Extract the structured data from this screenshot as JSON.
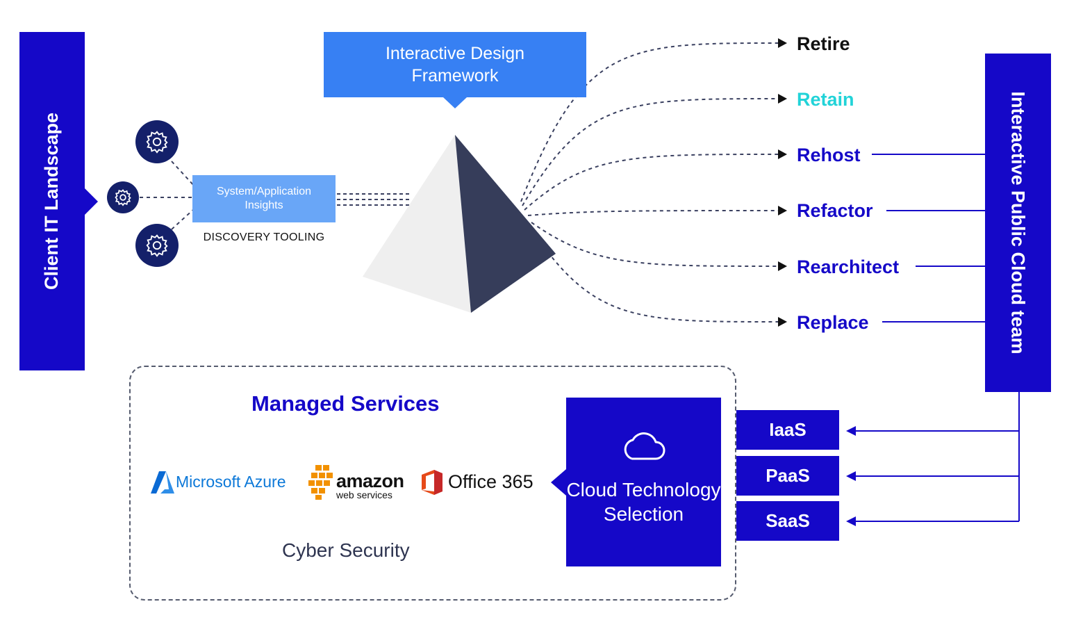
{
  "colors": {
    "primary": "#1508c8",
    "accent_blue": "#3780f3",
    "light_blue": "#69a6f7",
    "navy": "#14206a",
    "pyramid_dark": "#363d5a",
    "pyramid_light": "#efefef",
    "retain_cyan": "#22d3d8",
    "retire_black": "#111111"
  },
  "left_panel": {
    "label": "Client IT Landscape"
  },
  "right_panel": {
    "label": "Interactive Public Cloud team"
  },
  "framework": {
    "title": "Interactive Design Framework"
  },
  "discovery": {
    "box_label": "System/Application Insights",
    "caption": "DISCOVERY TOOLING",
    "icons": [
      "gear-icon",
      "gear-icon",
      "gear-icon"
    ]
  },
  "strategies": [
    {
      "label": "Retire",
      "color": "#111111",
      "linked_to_team": false
    },
    {
      "label": "Retain",
      "color": "#22d3d8",
      "linked_to_team": false
    },
    {
      "label": "Rehost",
      "color": "#1508c8",
      "linked_to_team": true
    },
    {
      "label": "Refactor",
      "color": "#1508c8",
      "linked_to_team": true
    },
    {
      "label": "Rearchitect",
      "color": "#1508c8",
      "linked_to_team": true
    },
    {
      "label": "Replace",
      "color": "#1508c8",
      "linked_to_team": true
    }
  ],
  "managed_services": {
    "title": "Managed Services",
    "footer": "Cyber Security",
    "logos": {
      "azure": "Microsoft Azure",
      "aws_main": "amazon",
      "aws_sub": "web services",
      "office": "Office 365"
    }
  },
  "cloud_selection": {
    "label": "Cloud Technology Selection",
    "icon": "cloud-icon"
  },
  "service_models": [
    "IaaS",
    "PaaS",
    "SaaS"
  ]
}
